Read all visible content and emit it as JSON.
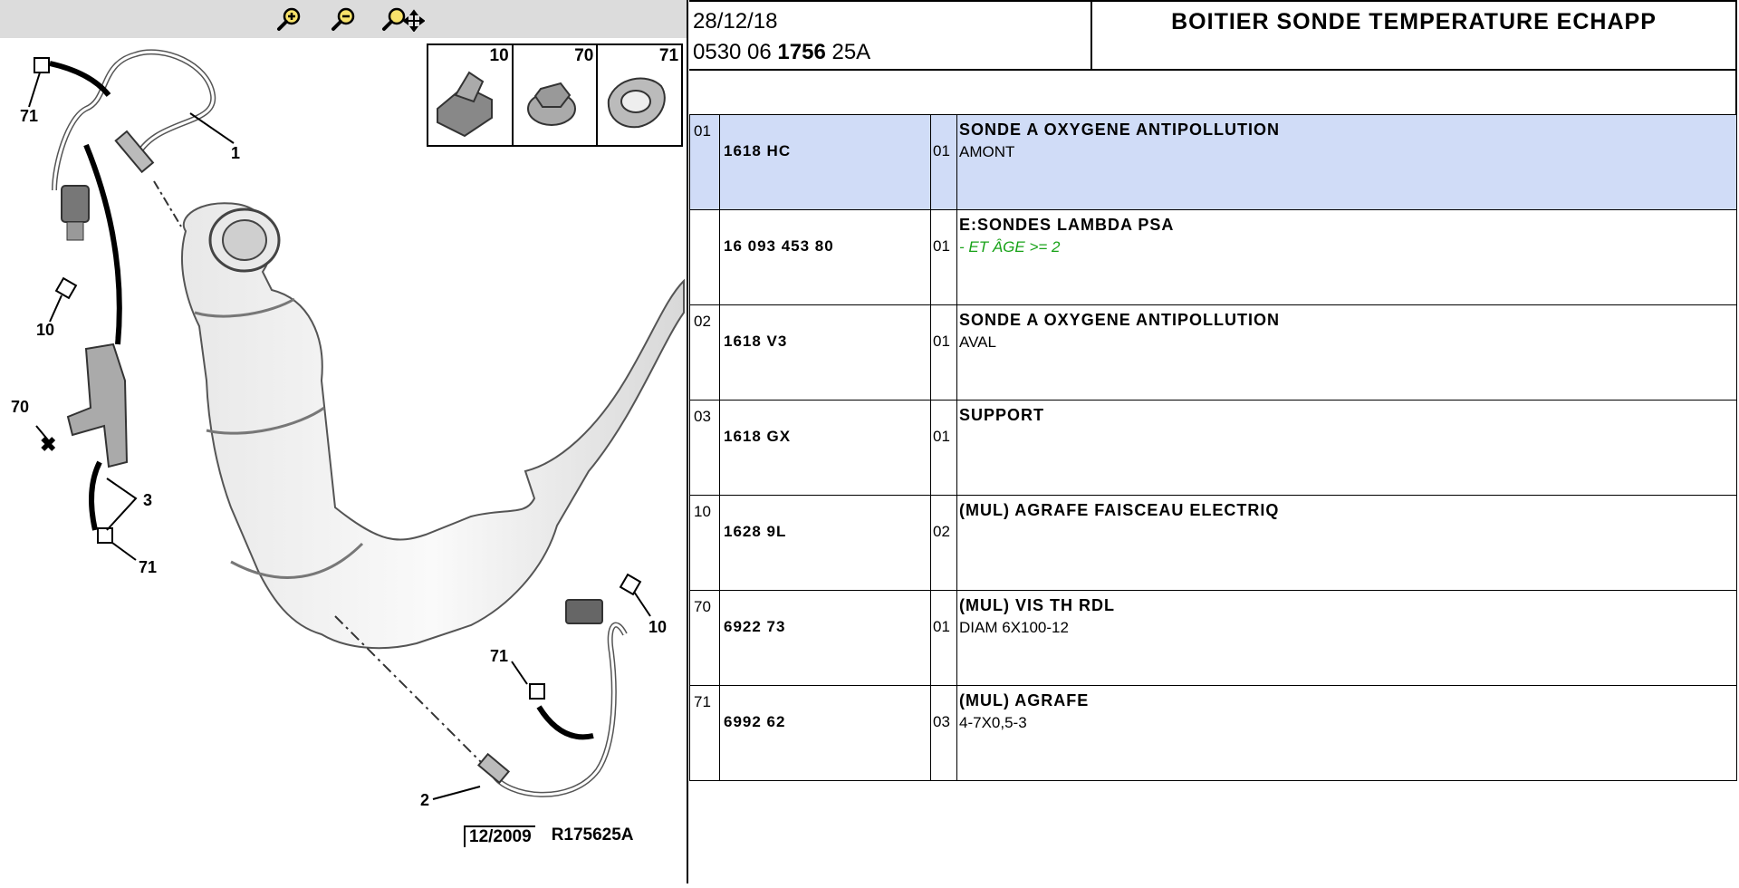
{
  "toolbar": {
    "zoom_in_icon": "zoom-in-icon",
    "zoom_out_icon": "zoom-out-icon",
    "zoom_pan_icon": "zoom-pan-icon"
  },
  "thumbnails": [
    {
      "num": "10"
    },
    {
      "num": "70"
    },
    {
      "num": "71"
    }
  ],
  "diagram": {
    "callouts": [
      "71",
      "1",
      "10",
      "70",
      "3",
      "71",
      "10",
      "71",
      "2"
    ],
    "ref_date": "12/2009",
    "ref_code": "R175625A"
  },
  "header": {
    "date": "28/12/18",
    "code_prefix": "0530 06 ",
    "code_bold": "1756",
    "code_suffix": " 25A",
    "title": "BOITIER SONDE TEMPERATURE ECHAPP"
  },
  "parts": [
    {
      "ref": "01",
      "pn": "1618 HC",
      "qty": "01",
      "desc": "SONDE A OXYGENE ANTIPOLLUTION",
      "sub": "AMONT",
      "sub_style": "normal",
      "selected": true
    },
    {
      "ref": "",
      "pn": "16 093 453 80",
      "qty": "01",
      "desc": "E:SONDES LAMBDA PSA",
      "sub": "- ET ÂGE >= 2",
      "sub_style": "green",
      "selected": false
    },
    {
      "ref": "02",
      "pn": "1618 V3",
      "qty": "01",
      "desc": "SONDE A OXYGENE ANTIPOLLUTION",
      "sub": "AVAL",
      "sub_style": "normal",
      "selected": false
    },
    {
      "ref": "03",
      "pn": "1618 GX",
      "qty": "01",
      "desc": "SUPPORT",
      "sub": "",
      "sub_style": "normal",
      "selected": false
    },
    {
      "ref": "10",
      "pn": "1628 9L",
      "qty": "02",
      "desc": "(MUL) AGRAFE FAISCEAU ELECTRIQ",
      "sub": "",
      "sub_style": "normal",
      "selected": false
    },
    {
      "ref": "70",
      "pn": "6922 73",
      "qty": "01",
      "desc": "(MUL) VIS TH RDL",
      "sub": "DIAM 6X100-12",
      "sub_style": "normal",
      "selected": false
    },
    {
      "ref": "71",
      "pn": "6992 62",
      "qty": "03",
      "desc": "(MUL) AGRAFE",
      "sub": "4-7X0,5-3",
      "sub_style": "normal",
      "selected": false
    }
  ],
  "colors": {
    "selected_row": "#d0dcf7",
    "toolbar_bg": "#dcdcdc",
    "icon_yellow": "#e8c400",
    "green_note": "#1aa31a"
  }
}
